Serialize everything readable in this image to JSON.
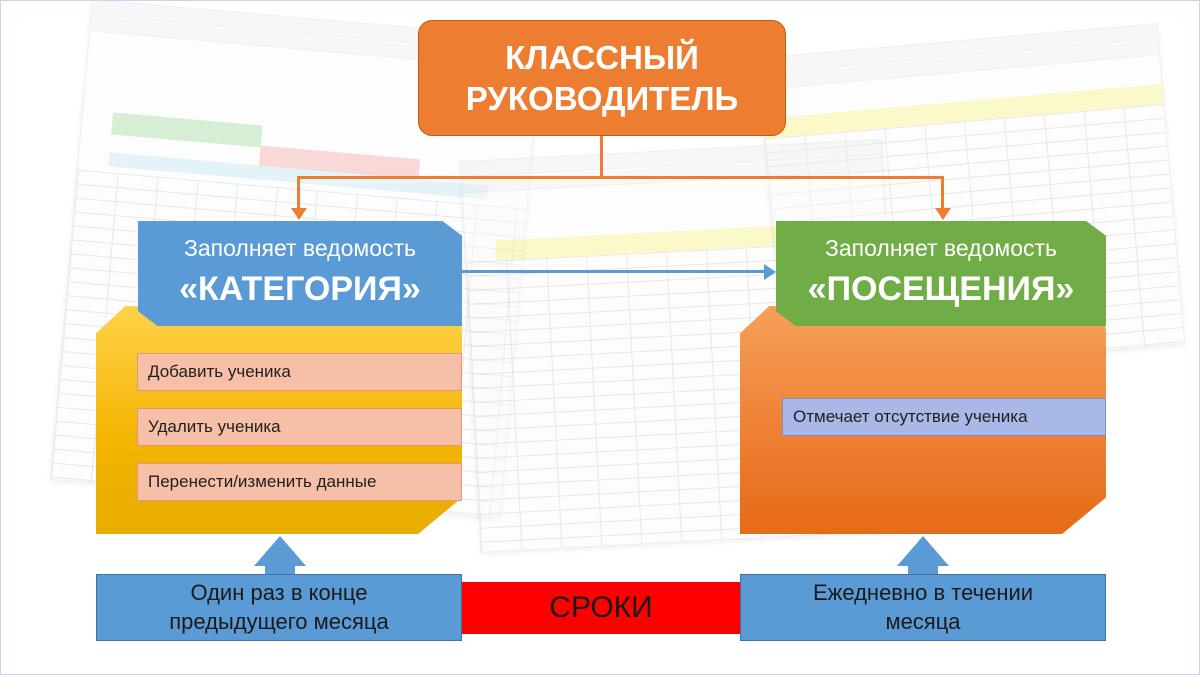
{
  "top_box": {
    "line1": "КЛАССНЫЙ",
    "line2": "РУКОВОДИТЕЛЬ"
  },
  "left": {
    "subtitle": "Заполняет ведомость",
    "title": "«КАТЕГОРИЯ»",
    "items": [
      "Добавить ученика",
      "Удалить ученика",
      "Перенести/изменить  данные"
    ],
    "deadline": [
      "Один раз в конце",
      "предыдущего месяца"
    ]
  },
  "right": {
    "subtitle": "Заполняет ведомость",
    "title": "«ПОСЕЩЕНИЯ»",
    "items": [
      "Отмечает отсутствие ученика"
    ],
    "deadline": [
      "Ежедневно в течении",
      "месяца"
    ]
  },
  "center": {
    "label": "СРОКИ"
  },
  "colors": {
    "orange": "#ed7d31",
    "blue": "#5b9bd5",
    "green": "#70ad47",
    "yellow": "#ffc000",
    "red": "#ff0000"
  }
}
